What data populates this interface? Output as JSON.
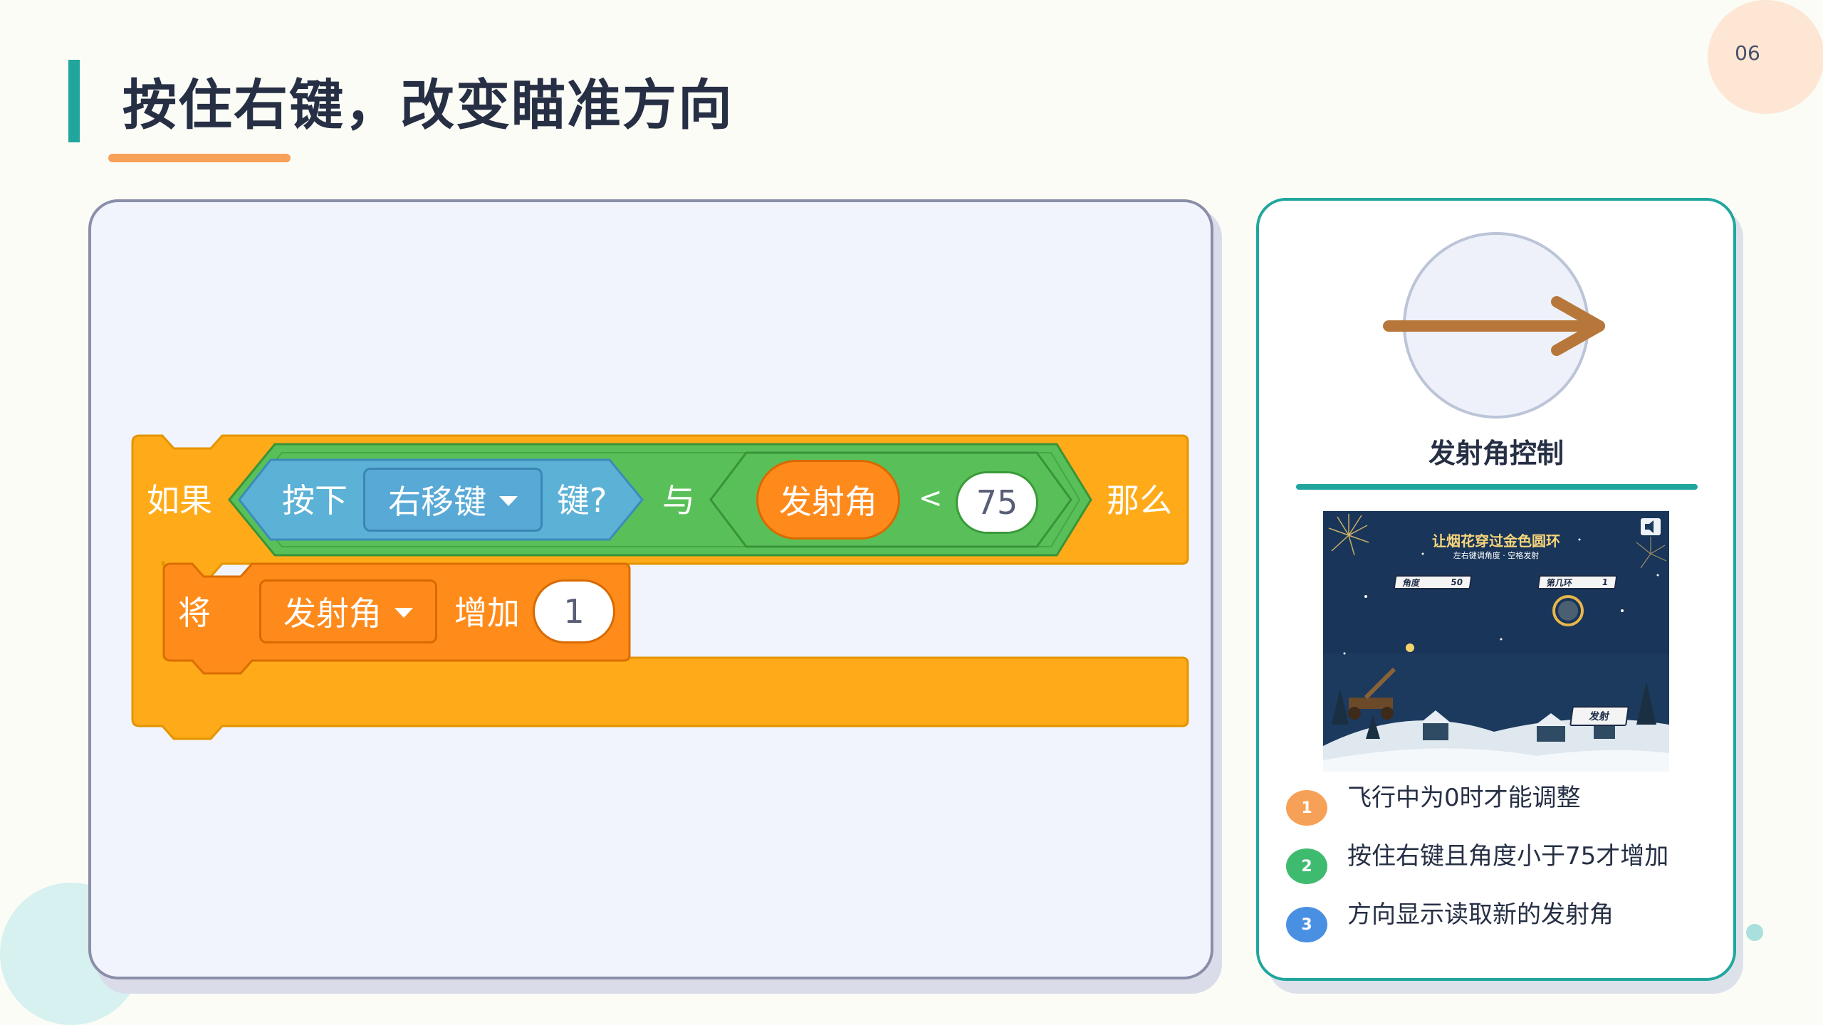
{
  "page": {
    "number": "06",
    "title": "按住右键，改变瞄准方向"
  },
  "code": {
    "if_label": "如果",
    "key_pressed_label": "按下",
    "key_option": "右移键",
    "key_suffix": "键?",
    "and_label": "与",
    "variable_name": "发射角",
    "operator": "<",
    "compare_value": "75",
    "then_label": "那么",
    "set_label": "将",
    "target_variable": "发射角",
    "increase_label": "增加",
    "increase_value": "1"
  },
  "preview": {
    "caption": "发射角控制",
    "game": {
      "title": "让烟花穿过金色圆环",
      "subtitle": "左右键调角度 · 空格发射",
      "angle_label": "角度",
      "angle_value": "50",
      "round_label": "第几环",
      "round_value": "1",
      "fire_button": "发射"
    },
    "tips": [
      {
        "num": "1",
        "text": "飞行中为0时才能调整",
        "color": "#f7a057"
      },
      {
        "num": "2",
        "text": "按住右键且角度小于75才增加",
        "color": "#3fbb6f"
      },
      {
        "num": "3",
        "text": "方向显示读取新的发射角",
        "color": "#4a90e2"
      }
    ]
  },
  "colors": {
    "accent_teal": "#21a69d",
    "accent_orange": "#f7a057",
    "control_block": "#ffab19",
    "operator_block": "#59c059",
    "sensing_block": "#5cb1d6",
    "variable_block": "#ff8c1a",
    "direction_arrow": "#b7773a"
  },
  "icons": {
    "direction_indicator": "right-arrow-icon",
    "dropdown": "caret-down-icon",
    "speaker": "speaker-icon"
  }
}
